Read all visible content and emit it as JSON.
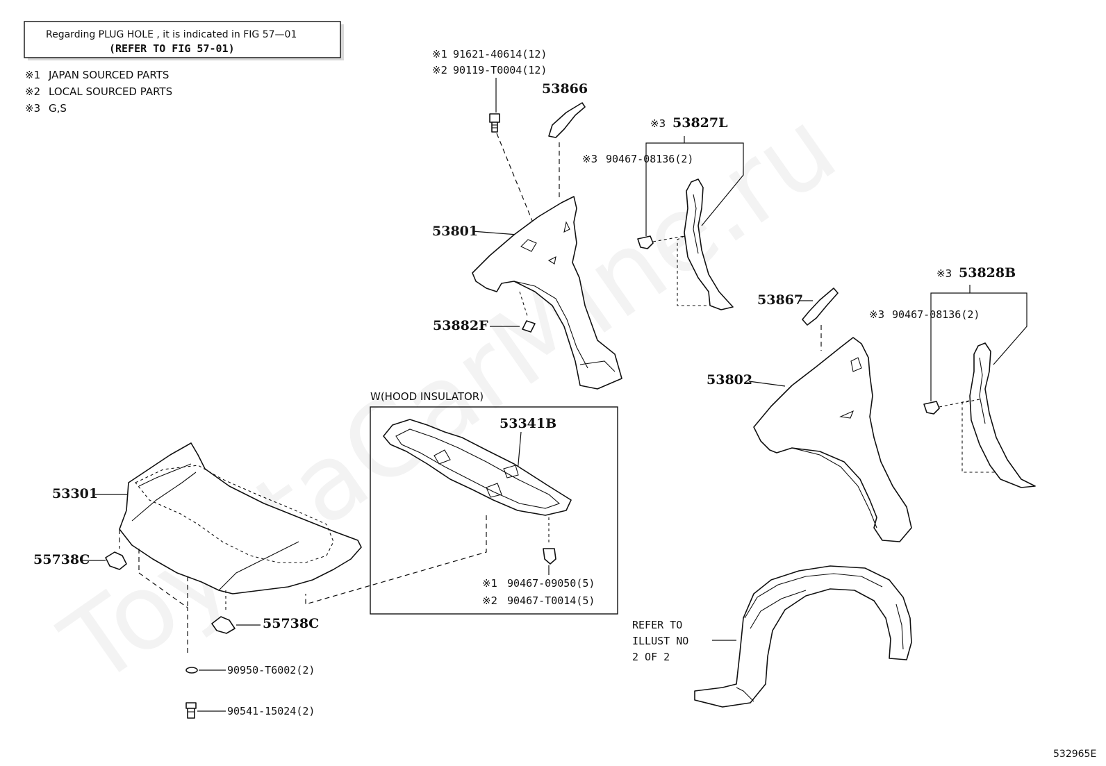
{
  "notice": {
    "line1": "Regarding  PLUG  HOLE , it is indicated in FIG  57—01",
    "line2": "(REFER TO FIG 57-01)"
  },
  "legend": [
    {
      "mark": "※1",
      "text": "JAPAN SOURCED PARTS"
    },
    {
      "mark": "※2",
      "text": "LOCAL SOURCED PARTS"
    },
    {
      "mark": "※3",
      "text": "G,S"
    }
  ],
  "watermark": "ToyotaCarMine.ru",
  "insulator_box_title": "W(HOOD INSULATOR)",
  "refer_note": [
    "REFER TO",
    "ILLUST NO",
    "2 OF 2"
  ],
  "figure_id": "532965E",
  "labels": {
    "bolt_top_1": {
      "mark": "※1",
      "text": "91621-40614(12)"
    },
    "bolt_top_2": {
      "mark": "※2",
      "text": "90119-T0004(12)"
    },
    "p53866": "53866",
    "p53827L": {
      "mark": "※3",
      "text": "53827L"
    },
    "clip_l": {
      "mark": "※3",
      "text": "90467-08136(2)"
    },
    "p53801": "53801",
    "p53882F": "53882F",
    "p53867": "53867",
    "p53828B": {
      "mark": "※3",
      "text": "53828B"
    },
    "clip_r": {
      "mark": "※3",
      "text": "90467-08136(2)"
    },
    "p53802": "53802",
    "p53341B": "53341B",
    "clip_ins_1": {
      "mark": "※1",
      "text": "90467-09050(5)"
    },
    "clip_ins_2": {
      "mark": "※2",
      "text": "90467-T0014(5)"
    },
    "p53301": "53301",
    "p55738C_a": "55738C",
    "p55738C_b": "55738C",
    "p90950": "90950-T6002(2)",
    "p90541": "90541-15024(2)"
  }
}
